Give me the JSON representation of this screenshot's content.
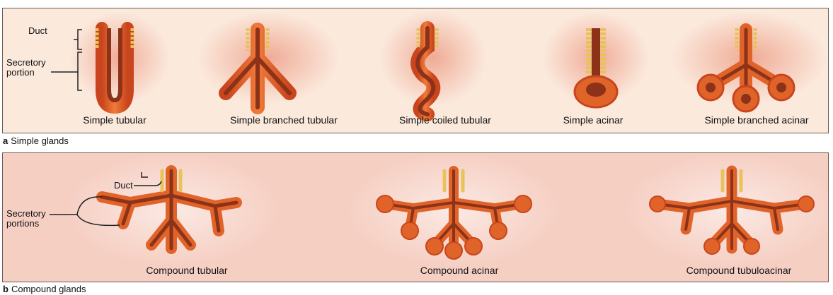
{
  "simple": {
    "caption_letter": "a",
    "caption_text": "Simple glands",
    "duct_label": "Duct",
    "secretory_line1": "Secretory",
    "secretory_line2": "portion",
    "labels": [
      "Simple tubular",
      "Simple branched tubular",
      "Simple coiled tubular",
      "Simple acinar",
      "Simple branched acinar"
    ]
  },
  "compound": {
    "caption_letter": "b",
    "caption_text": "Compound glands",
    "duct_label": "Duct",
    "secretory_line1": "Secretory",
    "secretory_line2": "portions",
    "labels": [
      "Compound tubular",
      "Compound acinar",
      "Compound tubuloacinar"
    ]
  },
  "colors": {
    "panel_simple_bg": "#fbe9dc",
    "panel_compound_bg": "#f6cfc3",
    "gland_wall": "#e0642a",
    "gland_lumen": "#9a3a1a",
    "duct_cells": "#e8c25a",
    "tissue_haze": "#f0a48c"
  }
}
